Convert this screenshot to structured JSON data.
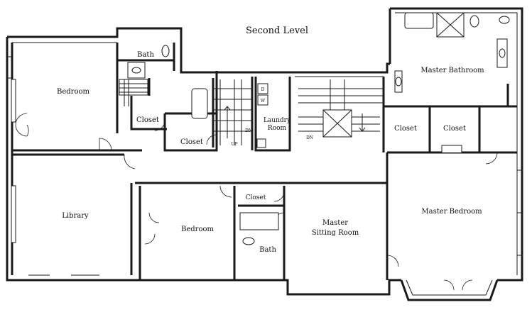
{
  "title": "Second Level",
  "rooms": {
    "bath_top": "Bath",
    "bedroom_left": "Bedroom",
    "closet_a": "Closet",
    "closet_b": "Closet",
    "laundry_line1": "Laundry",
    "laundry_line2": "Room",
    "laundry_d": "D",
    "laundry_w": "W",
    "master_bathroom": "Master Bathroom",
    "closet_mb1": "Closet",
    "closet_mb2": "Closet",
    "library": "Library",
    "bedroom_center": "Bedroom",
    "closet_c": "Closet",
    "bath_center": "Bath",
    "master_sitting_line1": "Master",
    "master_sitting_line2": "Sitting Room",
    "master_bedroom": "Master Bedroom"
  },
  "stair_marks": {
    "dn_left": "DN",
    "dn_right": "DN",
    "up": "UP"
  }
}
